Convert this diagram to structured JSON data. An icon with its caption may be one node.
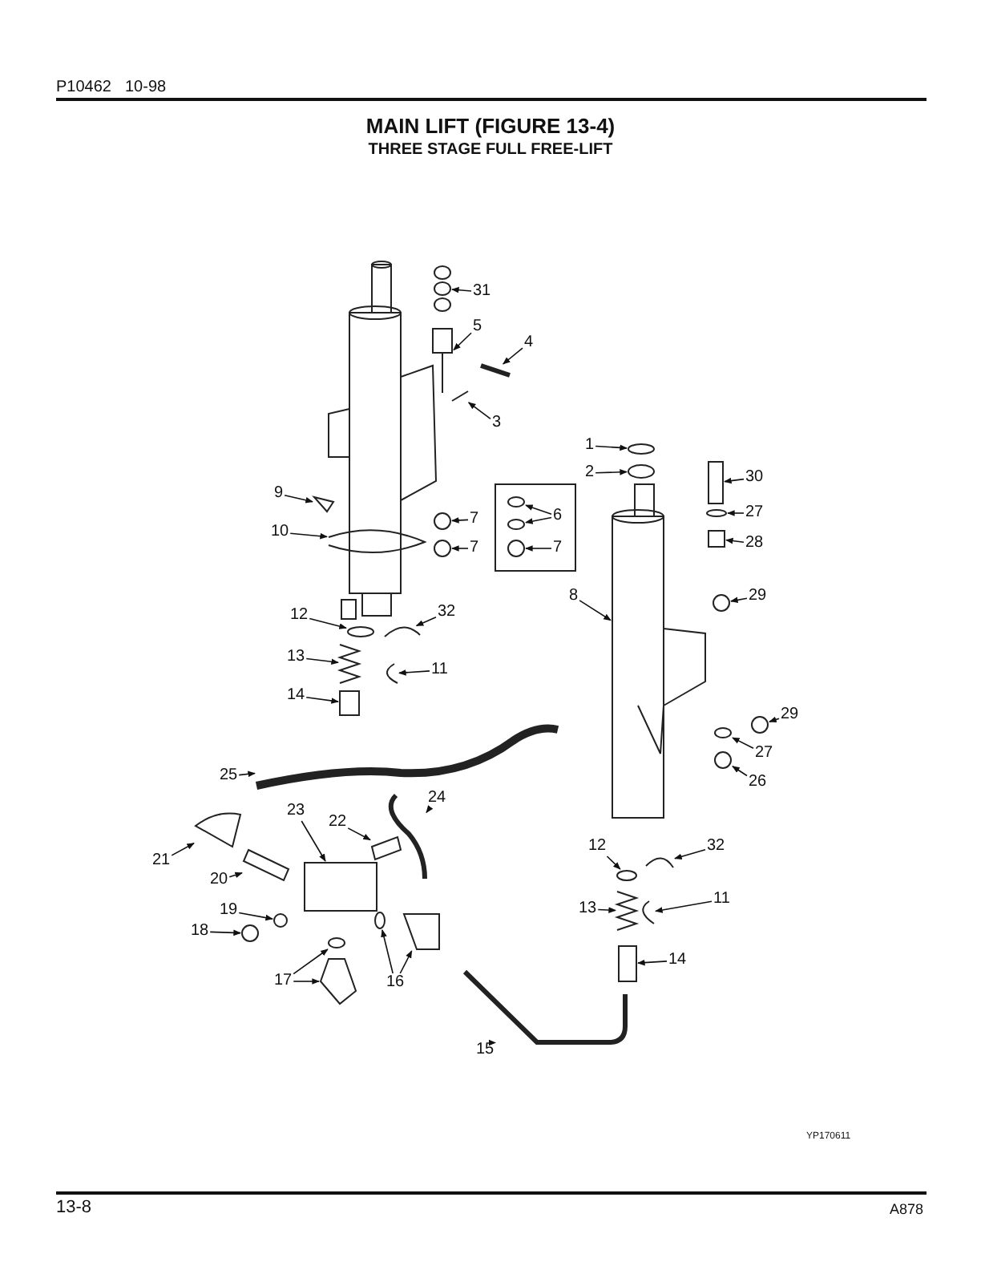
{
  "diagram": {
    "title": "MAIN LIFT (FIGURE 13-4)",
    "nodes": [
      {
        "text": [
          "31"
        ]
      },
      {
        "text": [
          "5"
        ]
      },
      {
        "text": [
          "4"
        ]
      },
      {
        "text": [
          "3"
        ]
      },
      {
        "text": [
          "9"
        ]
      },
      {
        "text": [
          "10"
        ]
      },
      {
        "text": [
          "7"
        ]
      },
      {
        "text": [
          "7"
        ]
      },
      {
        "text": [
          "6"
        ]
      },
      {
        "text": [
          "7"
        ]
      },
      {
        "text": [
          "12"
        ]
      },
      {
        "text": [
          "32"
        ]
      },
      {
        "text": [
          "13"
        ]
      },
      {
        "text": [
          "11"
        ]
      },
      {
        "text": [
          "14"
        ]
      },
      {
        "text": [
          "25"
        ]
      },
      {
        "text": [
          "24"
        ]
      },
      {
        "text": [
          "23"
        ]
      },
      {
        "text": [
          "22"
        ]
      },
      {
        "text": [
          "21"
        ]
      },
      {
        "text": [
          "20"
        ]
      },
      {
        "text": [
          "19"
        ]
      },
      {
        "text": [
          "18"
        ]
      },
      {
        "text": [
          "17"
        ]
      },
      {
        "text": [
          "16"
        ]
      },
      {
        "text": [
          "1"
        ]
      },
      {
        "text": [
          "2"
        ]
      },
      {
        "text": [
          "30"
        ]
      },
      {
        "text": [
          "27"
        ]
      },
      {
        "text": [
          "28"
        ]
      },
      {
        "text": [
          "29"
        ]
      },
      {
        "text": [
          "8"
        ]
      },
      {
        "text": [
          "29"
        ]
      },
      {
        "text": [
          "27"
        ]
      },
      {
        "text": [
          "26"
        ]
      },
      {
        "text": [
          "12"
        ]
      },
      {
        "text": [
          "32"
        ]
      },
      {
        "text": [
          "13"
        ]
      },
      {
        "text": [
          "11"
        ]
      },
      {
        "text": [
          "14"
        ]
      },
      {
        "text": [
          "15"
        ]
      },
      {
        "text": [],
        "shape": "picture"
      },
      {
        "text": [],
        "shape": "picture"
      },
      {
        "text": [],
        "shape": "picture"
      },
      {
        "text": [],
        "shape": "picture"
      },
      {
        "text": [],
        "shape": "picture"
      },
      {
        "text": [],
        "shape": "picture"
      },
      {
        "text": [],
        "shape": "circle"
      },
      {
        "text": [],
        "shape": "circle"
      },
      {
        "text": [],
        "shape": "circle"
      },
      {
        "text": [],
        "shape": "circle"
      },
      {
        "text": [],
        "shape": "circle"
      },
      {
        "text": [],
        "shape": "circle"
      },
      {
        "text": [],
        "shape": "picture"
      },
      {
        "text": [],
        "shape": "picture"
      },
      {
        "text": [],
        "shape": "picture"
      },
      {
        "text": [],
        "shape": "box"
      },
      {
        "text": [],
        "shape": "picture"
      },
      {
        "text": [],
        "shape": "picture"
      },
      {
        "text": [],
        "shape": "box"
      },
      {
        "text": [],
        "shape": "picture"
      },
      {
        "text": [],
        "shape": "picture"
      },
      {
        "text": [],
        "shape": "picture"
      },
      {
        "text": [],
        "shape": "circle"
      },
      {
        "text": [],
        "shape": "circle"
      },
      {
        "text": [],
        "shape": "circle"
      },
      {
        "text": [],
        "shape": "picture"
      },
      {
        "text": [],
        "shape": "circle"
      },
      {
        "text": [],
        "shape": "picture"
      },
      {
        "text": [],
        "shape": "circle"
      },
      {
        "text": [],
        "shape": "circle"
      },
      {
        "text": [],
        "shape": "box"
      },
      {
        "text": [],
        "shape": "circle"
      },
      {
        "text": [],
        "shape": "box"
      },
      {
        "text": [],
        "shape": "circle"
      },
      {
        "text": [],
        "shape": "picture"
      },
      {
        "text": [],
        "shape": "circle"
      },
      {
        "text": [],
        "shape": "circle"
      },
      {
        "text": [],
        "shape": "circle"
      },
      {
        "text": [],
        "shape": "circle"
      },
      {
        "text": [],
        "shape": "picture"
      },
      {
        "text": [],
        "shape": "picture"
      },
      {
        "text": [],
        "shape": "picture"
      },
      {
        "text": [],
        "shape": "box"
      },
      {
        "text": [],
        "shape": "picture"
      }
    ],
    "edges": [
      {
        "from": 0,
        "to": 41,
        "arrow": "to"
      },
      {
        "from": 1,
        "to": 42,
        "arrow": "to"
      },
      {
        "from": 2,
        "to": 43,
        "arrow": "to"
      },
      {
        "from": 3,
        "to": 44,
        "arrow": "to"
      },
      {
        "from": 4,
        "to": 45,
        "arrow": "to"
      },
      {
        "from": 5,
        "to": 46,
        "arrow": "to"
      },
      {
        "from": 6,
        "to": 47,
        "arrow": "to"
      },
      {
        "from": 7,
        "to": 48,
        "arrow": "to"
      },
      {
        "from": 8,
        "to": 49,
        "arrow": "to"
      },
      {
        "from": 8,
        "to": 50,
        "arrow": "to"
      },
      {
        "from": 9,
        "to": 51,
        "arrow": "to"
      },
      {
        "from": 10,
        "to": 52,
        "arrow": "to"
      },
      {
        "from": 11,
        "to": 53,
        "arrow": "to"
      },
      {
        "from": 12,
        "to": 54,
        "arrow": "to"
      },
      {
        "from": 13,
        "to": 55,
        "arrow": "to"
      },
      {
        "from": 14,
        "to": 56,
        "arrow": "to"
      },
      {
        "from": 15,
        "to": 57,
        "arrow": "to"
      },
      {
        "from": 16,
        "to": 58,
        "arrow": "to"
      },
      {
        "from": 17,
        "to": 59,
        "arrow": "to"
      },
      {
        "from": 18,
        "to": 60,
        "arrow": "to"
      },
      {
        "from": 19,
        "to": 61,
        "arrow": "to"
      },
      {
        "from": 20,
        "to": 62,
        "arrow": "to"
      },
      {
        "from": 21,
        "to": 63,
        "arrow": "to"
      },
      {
        "from": 22,
        "to": 64,
        "arrow": "to"
      },
      {
        "from": 23,
        "to": 65,
        "arrow": "to"
      },
      {
        "from": 23,
        "to": 66,
        "arrow": "to"
      },
      {
        "from": 24,
        "to": 67,
        "arrow": "to"
      },
      {
        "from": 24,
        "to": 68,
        "arrow": "to"
      },
      {
        "from": 25,
        "to": 69,
        "arrow": "to"
      },
      {
        "from": 26,
        "to": 70,
        "arrow": "to"
      },
      {
        "from": 27,
        "to": 71,
        "arrow": "to"
      },
      {
        "from": 28,
        "to": 72,
        "arrow": "to"
      },
      {
        "from": 29,
        "to": 73,
        "arrow": "to"
      },
      {
        "from": 30,
        "to": 74,
        "arrow": "to"
      },
      {
        "from": 31,
        "to": 75,
        "arrow": "to"
      },
      {
        "from": 32,
        "to": 76,
        "arrow": "to"
      },
      {
        "from": 33,
        "to": 77,
        "arrow": "to"
      },
      {
        "from": 34,
        "to": 78,
        "arrow": "to"
      },
      {
        "from": 35,
        "to": 79,
        "arrow": "to"
      },
      {
        "from": 36,
        "to": 80,
        "arrow": "to"
      },
      {
        "from": 37,
        "to": 81,
        "arrow": "to"
      },
      {
        "from": 38,
        "to": 82,
        "arrow": "to"
      },
      {
        "from": 39,
        "to": 83,
        "arrow": "to"
      },
      {
        "from": 40,
        "to": 84,
        "arrow": "to"
      }
    ],
    "labels": [
      "P10462",
      "10-98",
      "THREE STAGE FULL FREE-LIFT",
      "YP170611",
      "13-8",
      "A878"
    ]
  }
}
